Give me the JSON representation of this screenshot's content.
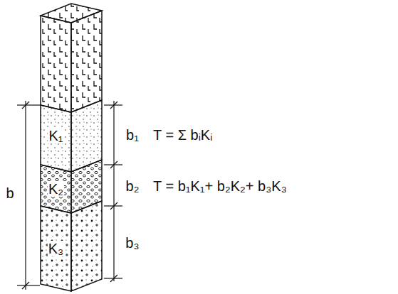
{
  "diagram": {
    "nodes": [
      {
        "text": [
          "K₁"
        ]
      },
      {
        "text": [
          "K₂"
        ]
      },
      {
        "text": [
          "K₃"
        ]
      }
    ],
    "labels": [
      "b",
      "b₁",
      "b₂",
      "b₃",
      "T = Σ bᵢKᵢ",
      "T = b₁K₁+ b₂K₂+ b₃K₃"
    ]
  }
}
